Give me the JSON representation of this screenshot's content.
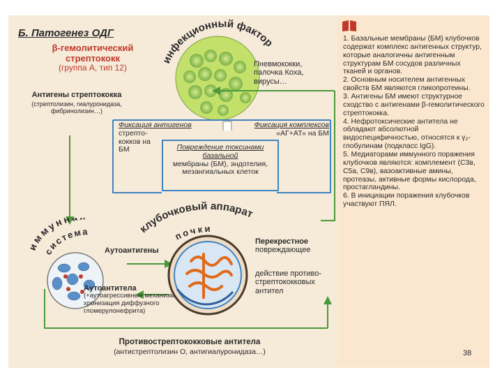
{
  "title": "Б. Патогенез ОДГ",
  "pathogen": {
    "name": "β-гемолитический стрептококк",
    "group": "(группа А, тип 12)"
  },
  "arc_infection": "инфекционный фактор",
  "other_agents": "Пневмококки, палочка Коха, вирусы…",
  "antigens": {
    "title": "Антигены стрептококка",
    "list": "(стрептолизин, гиалуронидаза, фибринолизин…)"
  },
  "fixation_antigens": {
    "title": "Фиксация антигенов",
    "rest": "стрепто- кокков на БМ"
  },
  "fixation_complexes": {
    "title": "Фиксация комплексов",
    "rest": "«АГ+АТ» на БМ"
  },
  "damage": {
    "title": "Повреждение токсинами базальной",
    "rest": "мембраны (БМ), эндотелия, мезангиальных клеток"
  },
  "arc_glomerular_1": "клубочковый аппарат",
  "arc_glomerular_2": "почки",
  "arc_immune_1": "иммунная",
  "arc_immune_2": "система",
  "autoantigens": "Аутоантигены",
  "autoantibodies": {
    "title": "Аутоантитела",
    "desc": "(+аутоагрессивные механизмы ⇨ хронизация диффузного гломерулонефрита)"
  },
  "cross": {
    "title": "Перекрестное",
    "line2": "повреждающее",
    "rest": "действие противо- стрептококковых антител"
  },
  "bottom": {
    "title": "Противострептококковые антитела",
    "desc": "(антистрептолизин О, антигиалуронидаза…)"
  },
  "notes": [
    "1. Базальные мембраны (БМ) клубочков содержат комплекс антигенных структур, которые аналогичны антигенным структурам БМ сосудов различных тканей и органов.",
    "2. Основным носителем антигенных свойств БМ являются гликопротеины.",
    "3. Антигены БМ имеют структурное сходство с антигенами β-гемолитического стрептококка.",
    "4. Нефротоксические антитела не обладают абсолютной видоспецифичностью, относятся к γ₂-глобулинам (подкласс IgG).",
    "5. Медиаторами иммунного поражения клубочков являются: комплемент (С3в, С5а, С9в), вазоактивные амины, протеазы, активные формы кислорода, простагландины.",
    "6. В инициации поражения клубочков участвуют ПЯЛ."
  ],
  "page_number": "38",
  "colors": {
    "background": "#f6ead9",
    "arrow_green": "#4a9a3a",
    "box_blue": "#3f83c1",
    "heading_red": "#c0392b"
  }
}
